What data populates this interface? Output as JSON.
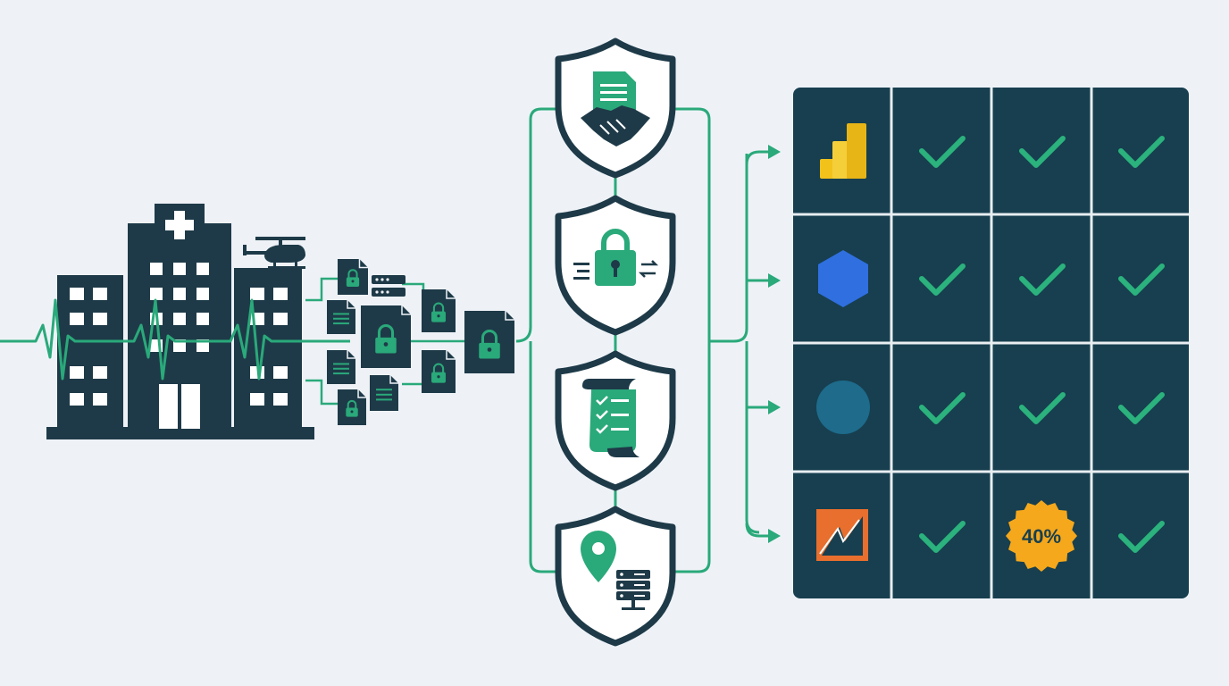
{
  "colors": {
    "background": "#eef2f7",
    "navy": "#1e3a48",
    "grid": "#173f4f",
    "grid_line": "#e8eef2",
    "accent": "#2aa97a",
    "check": "#2bb27d",
    "yellow": "#f2c21b",
    "blue": "#2f6fe0",
    "teal_circle": "#1e6b8c",
    "orange": "#e86f2e",
    "badge": "#f5a81c"
  },
  "icons": {
    "building": "hospital-building-icon",
    "helicopter": "helicopter-icon",
    "heartbeat": "heartbeat-line-icon",
    "files": "locked-document-icon",
    "shields": [
      "handshake-agreement-icon",
      "encryption-lock-icon",
      "compliance-checklist-icon",
      "data-residency-icon"
    ],
    "vendors": [
      "bar-chart-logo-icon",
      "hexagon-logo-icon",
      "circle-logo-icon",
      "orange-square-logo-icon"
    ]
  },
  "matrix": {
    "rows": 4,
    "cols": 3,
    "cells": [
      [
        "check",
        "check",
        "check"
      ],
      [
        "check",
        "check",
        "check"
      ],
      [
        "check",
        "check",
        "check"
      ],
      [
        "check",
        "badge",
        "check"
      ]
    ]
  },
  "badge": {
    "text": "40%"
  }
}
